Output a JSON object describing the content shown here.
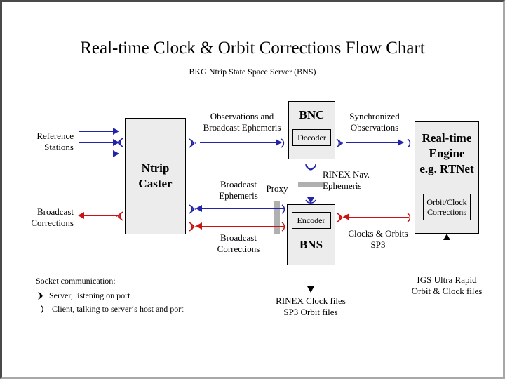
{
  "page": {
    "title": "Real-time Clock & Orbit Corrections Flow Chart",
    "subtitle": "BKG Ntrip State Space Server  (BNS)"
  },
  "colors": {
    "blue": "#2222aa",
    "red": "#cc1111",
    "black": "#000000",
    "box_fill": "#ececec",
    "proxy_gray": "#b0b0b0",
    "page_bg": "#ffffff"
  },
  "nodes": {
    "reference_stations": {
      "label_line1": "Reference",
      "label_line2": "Stations"
    },
    "ntrip_caster": {
      "title_line1": "Ntrip",
      "title_line2": "Caster"
    },
    "bnc": {
      "title": "BNC",
      "inner": "Decoder"
    },
    "bns": {
      "title": "BNS",
      "inner": "Encoder"
    },
    "rt_engine": {
      "title_line1": "Real-time",
      "title_line2": "Engine",
      "title_line3": "e.g. RTNet",
      "inner_line1": "Orbit/Clock",
      "inner_line2": "Corrections"
    },
    "proxy": {
      "label": "Proxy"
    }
  },
  "flows": {
    "stations_to_caster": {
      "label": "",
      "color": "blue",
      "direction": "right"
    },
    "broadcast_corrections_out": {
      "label_line1": "Broadcast",
      "label_line2": "Corrections",
      "color": "red",
      "direction": "left"
    },
    "observations_to_bnc": {
      "label_line1": "Observations and",
      "label_line2": "Broadcast Ephemeris",
      "color": "blue",
      "direction": "right"
    },
    "broadcast_ephemeris_back": {
      "label_line1": "Broadcast",
      "label_line2": "Ephemeris",
      "color": "blue",
      "direction": "left"
    },
    "broadcast_corrections_back": {
      "label_line1": "Broadcast",
      "label_line2": "Corrections",
      "color": "red",
      "direction": "left"
    },
    "synchronized_observations": {
      "label_line1": "Synchronized",
      "label_line2": "Observations",
      "color": "blue",
      "direction": "right"
    },
    "rinex_nav": {
      "label_line1": "RINEX Nav.",
      "label_line2": "Ephemeris",
      "color": "blue",
      "direction": "down"
    },
    "clocks_orbits": {
      "label_line1": "Clocks & Orbits",
      "label_line2": "SP3",
      "color": "red",
      "direction": "left"
    },
    "rinex_clock_files": {
      "label_line1": "RINEX Clock files",
      "label_line2": "SP3 Orbit files",
      "color": "black",
      "direction": "down"
    },
    "igs_ultra_rapid": {
      "label_line1": "IGS Ultra Rapid",
      "label_line2": "Orbit & Clock files",
      "color": "black",
      "direction": "up"
    }
  },
  "legend": {
    "heading": "Socket communication:",
    "server": "Server,  listening on port",
    "client": "Client,  talking to server‘s host and port"
  }
}
